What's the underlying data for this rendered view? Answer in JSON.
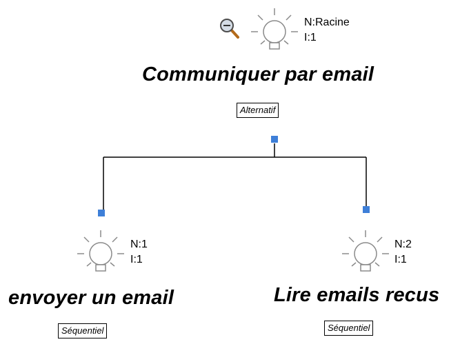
{
  "diagram": {
    "root": {
      "title": "Communiquer par email",
      "n": "N:Racine",
      "i": "I:1",
      "operator": "Alternatif",
      "zoom_icon": "zoom-out-icon"
    },
    "children": [
      {
        "title": "envoyer un email",
        "n": "N:1",
        "i": "I:1",
        "operator": "Séquentiel"
      },
      {
        "title": "Lire emails recus",
        "n": "N:2",
        "i": "I:1",
        "operator": "Séquentiel"
      }
    ],
    "colors": {
      "connector": "#3e7fd8",
      "line": "#000000",
      "bulb": "#8a8a8a"
    }
  }
}
